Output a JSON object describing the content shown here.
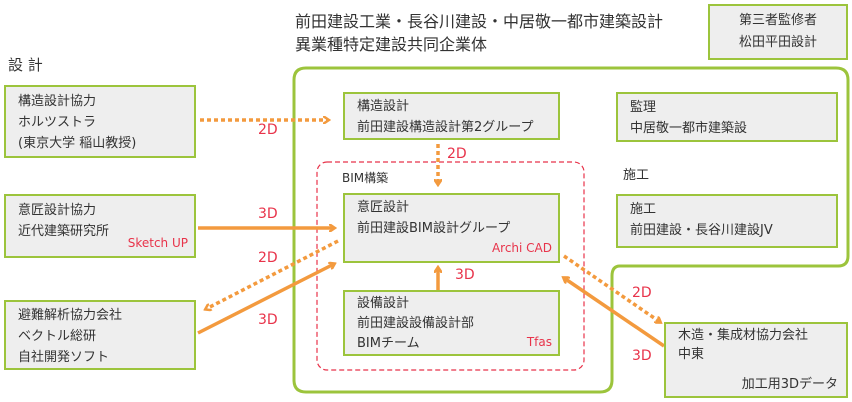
{
  "title": {
    "line1": "前田建設工業・長谷川建設・中居敬一都市建築設計",
    "line2": "異業種特定建設共同企業体"
  },
  "supervisor": {
    "line1": "第三者監修者",
    "line2": "松田平田設計"
  },
  "design_label": "設 計",
  "construction_label": "施工",
  "bim_label": "BIM構築",
  "boxes": {
    "structural_partner": [
      "構造設計協力",
      "ホルツストラ",
      "(東京大学 稲山教授)"
    ],
    "design_partner": [
      "意匠設計協力",
      "近代建築研究所"
    ],
    "design_partner_tool": "Sketch UP",
    "evac_partner": [
      "避難解析協力会社",
      "ベクトル総研",
      "自社開発ソフト"
    ],
    "structural": [
      "構造設計",
      "前田建設構造設計第2グループ"
    ],
    "architectural": [
      "意匠設計",
      "前田建設BIM設計グループ"
    ],
    "architectural_tool": "Archi CAD",
    "mep": [
      "設備設計",
      "前田建設設備設計部",
      "BIMチーム"
    ],
    "mep_tool": "Tfas",
    "supervision": [
      "監理",
      "中居敬一都市建築設"
    ],
    "construction": [
      "施工",
      "前田建設・長谷川建設JV"
    ],
    "timber_partner": [
      "木造・集成材協力会社",
      "中東"
    ],
    "timber_note": "加工用3Dデータ"
  },
  "labels": {
    "a1": "2D",
    "a2": "2D",
    "a3": "3D",
    "a4": "2D",
    "a5": "3D",
    "a6": "3D",
    "a7": "2D",
    "a8": "3D"
  },
  "colors": {
    "green": "#9cc43c",
    "orange": "#f39a3e",
    "red": "#e8334a"
  }
}
